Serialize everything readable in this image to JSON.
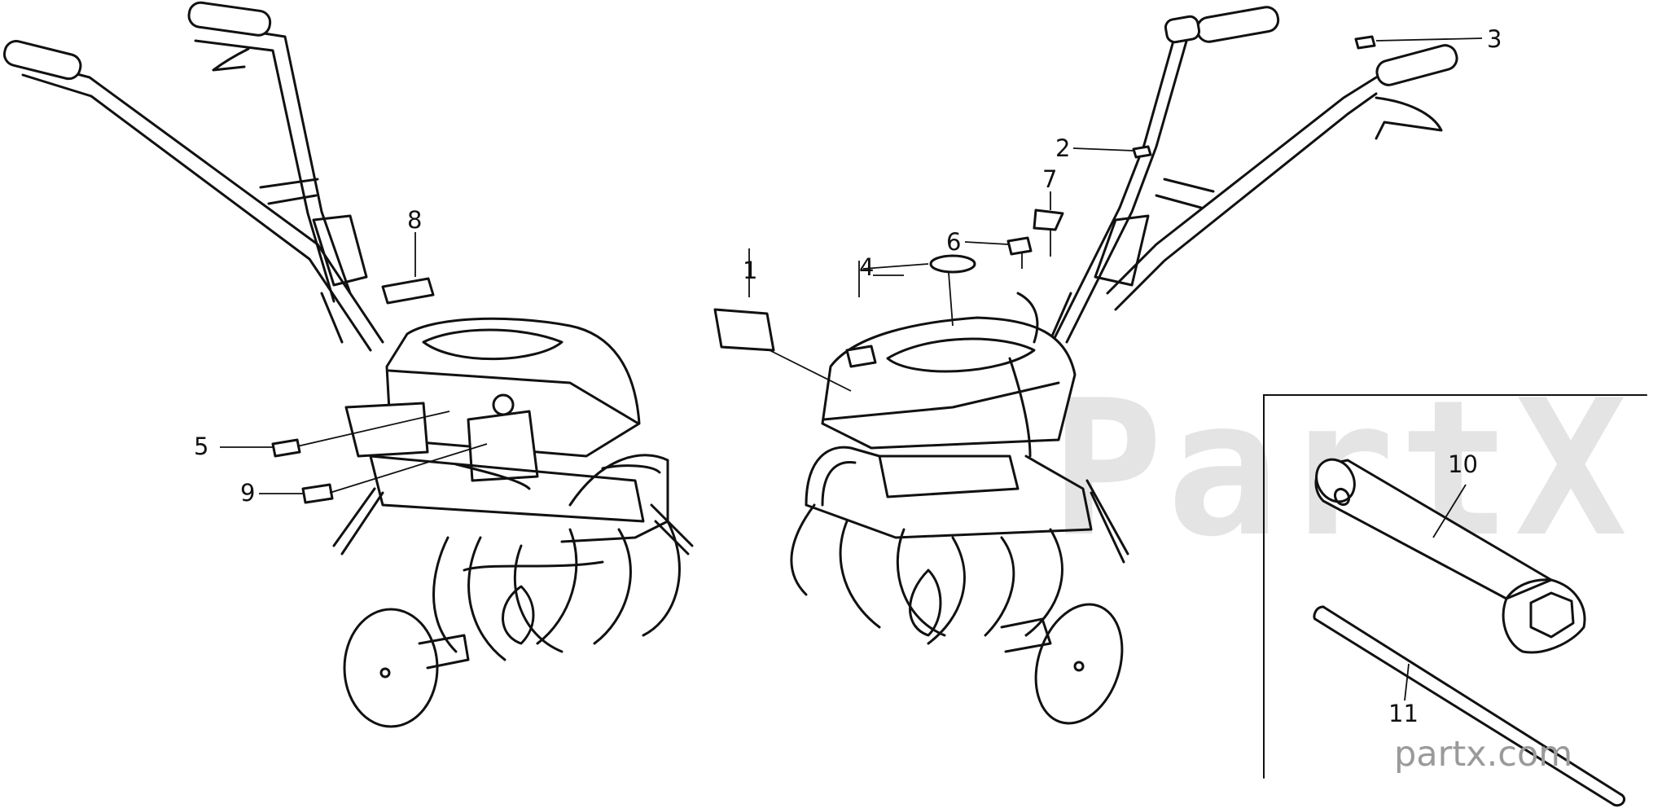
{
  "watermark": {
    "text": "PartX",
    "site": "partx.com"
  },
  "callouts": [
    "1",
    "2",
    "3",
    "4",
    "5",
    "6",
    "7",
    "8",
    "9",
    "10",
    "11"
  ]
}
